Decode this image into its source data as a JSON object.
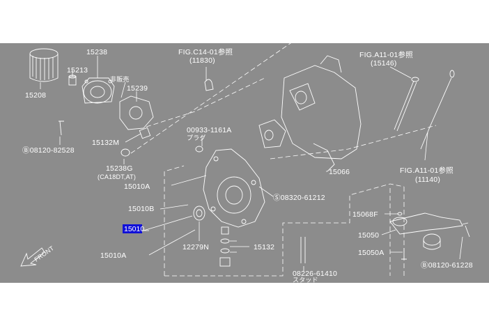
{
  "diagram": {
    "background_color": "#8c8c8c",
    "line_color": "#ffffff",
    "highlight_color": "#1010d8",
    "labels": {
      "p15238": "15238",
      "p15213": "15213",
      "p15208": "15208",
      "non_sale": "非販売",
      "p15239": "15239",
      "p15132m": "15132M",
      "bolt_82528": "Ⓑ08120-82528",
      "p15238g": "15238G",
      "p15238g_note": "(CA18DT,AT)",
      "p15010a_top": "15010A",
      "p15010b": "15010B",
      "p15010_selected": "15010",
      "p15010a_bottom": "15010A",
      "p12279n": "12279N",
      "p15132": "15132",
      "plug_num": "00933-1161A",
      "plug_name": "プラグ",
      "fig_c14": "FIG.C14-01参照",
      "fig_c14_num": "(11830)",
      "fig_a11_top": "FIG.A11-01参照",
      "fig_a11_top_num": "(15146)",
      "fig_a11_bottom": "FIG.A11-01参照",
      "fig_a11_bottom_num": "(11140)",
      "p15066": "15066",
      "screw_61212": "Ⓢ08320-61212",
      "p15068f": "15068F",
      "p15050": "15050",
      "p15050a": "15050A",
      "bolt_61228": "Ⓑ08120-61228",
      "stud_num": "08226-61410",
      "stud_name": "スタッド",
      "front": "FRONT"
    }
  }
}
